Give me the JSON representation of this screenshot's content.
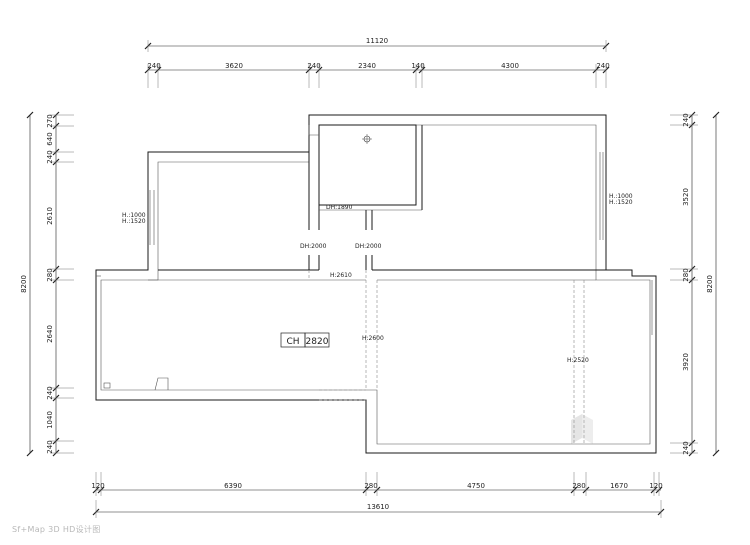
{
  "plan": {
    "top_total": "11120",
    "top_segments": [
      "240",
      "3620",
      "240",
      "2340",
      "140",
      "4300",
      "240"
    ],
    "bottom_total": "13610",
    "bottom_segments": [
      "120",
      "6390",
      "280",
      "4750",
      "280",
      "1670",
      "120"
    ],
    "left_total": "8200",
    "left_segments": [
      "270",
      "640",
      "240",
      "2610",
      "280",
      "2640",
      "240",
      "1040",
      "240"
    ],
    "right_total": "8200",
    "right_segments": [
      "240",
      "3520",
      "280",
      "3920",
      "240"
    ],
    "labels": {
      "window_left_h": "H.:1000",
      "window_left_h2": "H.:1520",
      "window_right_h": "H.:1000",
      "window_right_h2": "H.:1520",
      "dh_1890": "DH:1890",
      "dh_left": "DH:2000",
      "dh_right": "DH:2000",
      "h_2610": "H:2610",
      "h_2600": "H:2600",
      "h_2520": "H:2520",
      "ch_label": "CH",
      "ch_value": "2820"
    },
    "watermark": "Sf+Map 3D HD设计图"
  }
}
